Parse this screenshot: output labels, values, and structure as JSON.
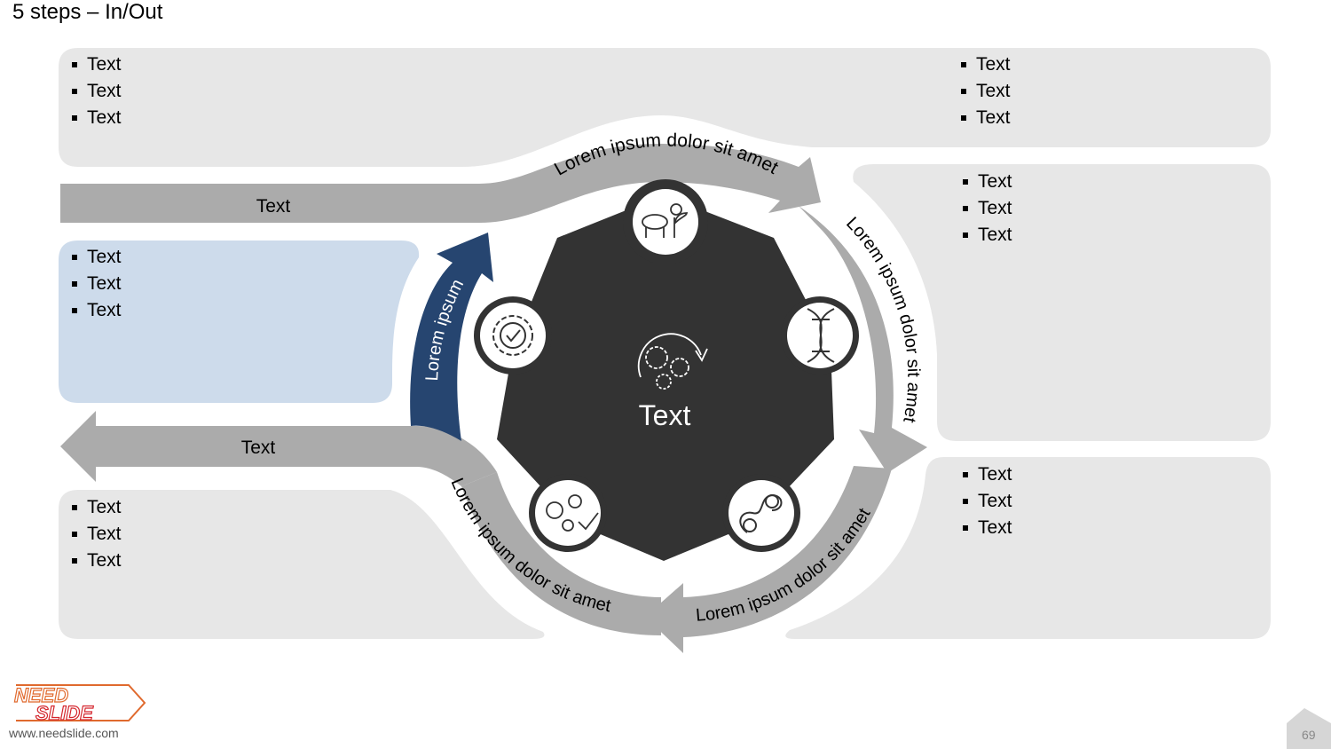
{
  "slide": {
    "title": "5 steps – In/Out",
    "page_number": "69"
  },
  "flow": {
    "input_label": "Text",
    "output_label": "Text",
    "feedback_label": "Lorem ipsum"
  },
  "cycle": {
    "center_label": "Text",
    "segments": [
      "Lorem ipsum dolor sit amet",
      "Lorem ipsum dolor sit amet",
      "Lorem ipsum dolor sit amet",
      "Lorem ipsum dolor sit amet"
    ],
    "icons": [
      "farm-plant-icon",
      "dna-icon",
      "infinity-gears-icon",
      "gears-check-icon",
      "gear-check-icon",
      "gears-cycle-icon"
    ]
  },
  "boxes": {
    "top_left": [
      "Text",
      "Text",
      "Text"
    ],
    "top_right": [
      "Text",
      "Text",
      "Text"
    ],
    "mid_left": [
      "Text",
      "Text",
      "Text"
    ],
    "mid_right": [
      "Text",
      "Text",
      "Text"
    ],
    "bottom_left": [
      "Text",
      "Text",
      "Text"
    ],
    "bottom_right": [
      "Text",
      "Text",
      "Text"
    ]
  },
  "colors": {
    "panel": "#e7e7e7",
    "arrow": "#ababab",
    "accent": "#264570",
    "highlight_panel": "#cddbeb",
    "hub": "#333333"
  },
  "footer": {
    "logo_line1": "NEED",
    "logo_line2": "SLIDE",
    "url": "www.needslide.com"
  }
}
